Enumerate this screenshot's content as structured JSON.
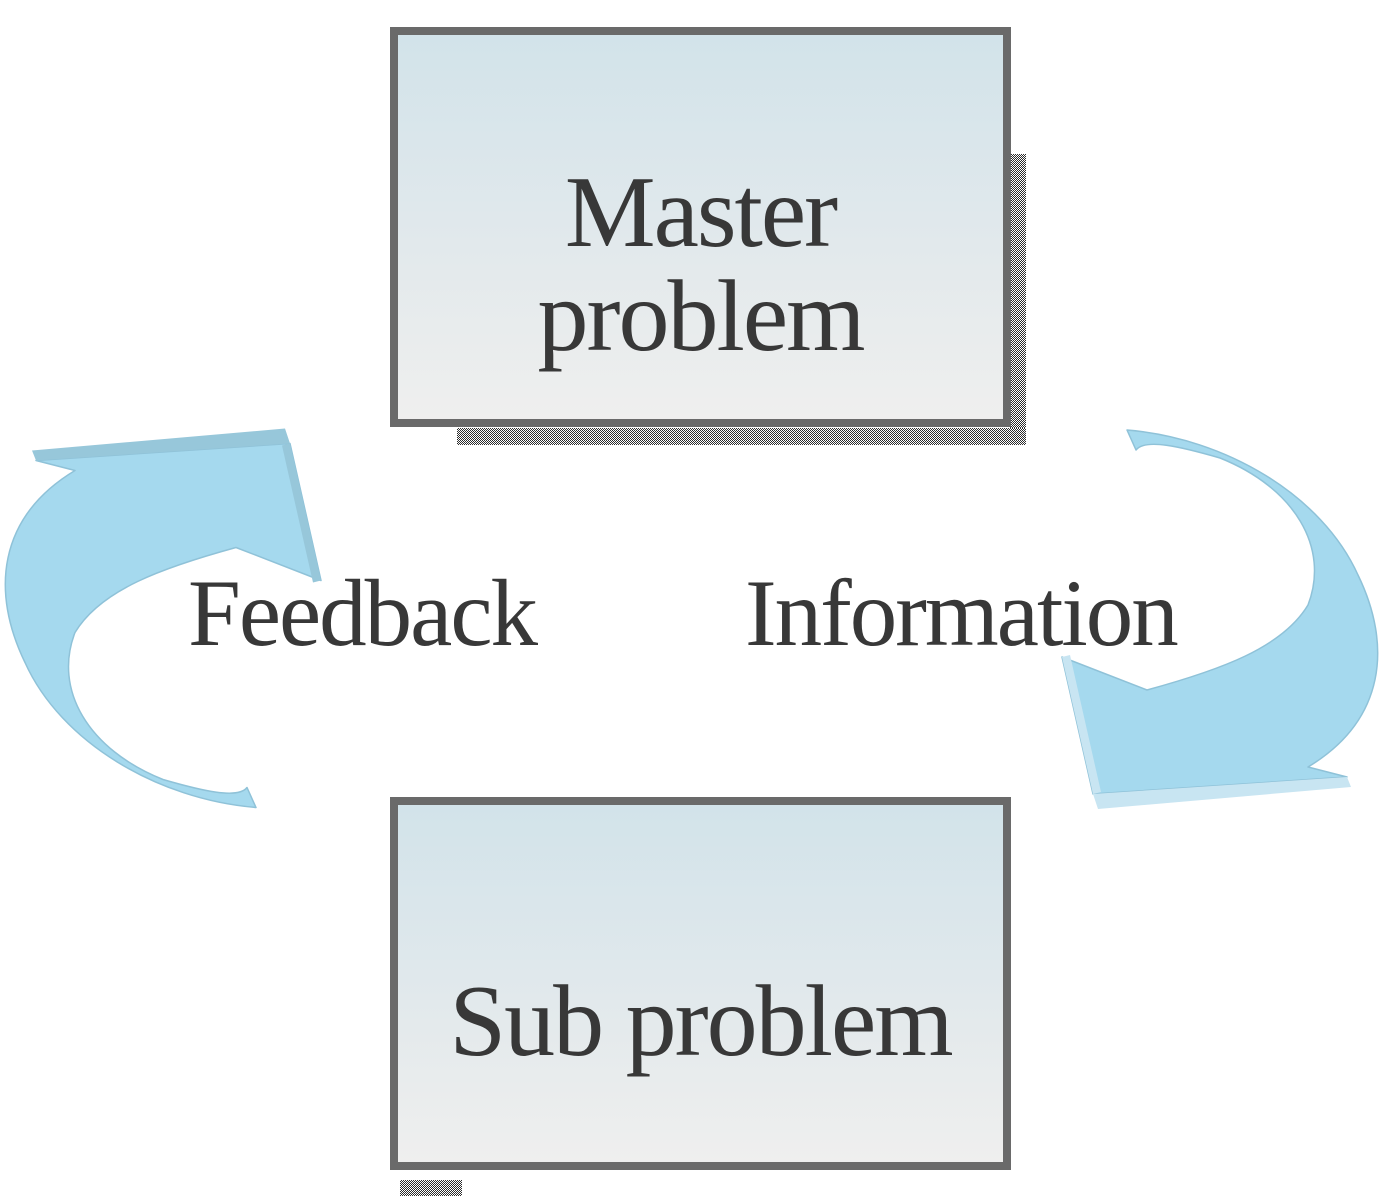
{
  "figure": {
    "boxes": {
      "master": {
        "label": "Master problem"
      },
      "sub": {
        "label": "Sub problem"
      }
    },
    "arrows": {
      "information": {
        "label": "Information",
        "direction": "master-to-sub"
      },
      "feedback": {
        "label": "Feedback",
        "direction": "sub-to-master"
      }
    },
    "colors": {
      "arrow_fill": "#a5d9ee",
      "arrow_bevel_information": "#c8e5f2",
      "arrow_bevel_feedback": "#97c7da",
      "box_border": "#6a6a6a",
      "box_gradient_top": "#d2e3ea",
      "box_gradient_bottom": "#efefee",
      "text_color": "#383838"
    }
  }
}
